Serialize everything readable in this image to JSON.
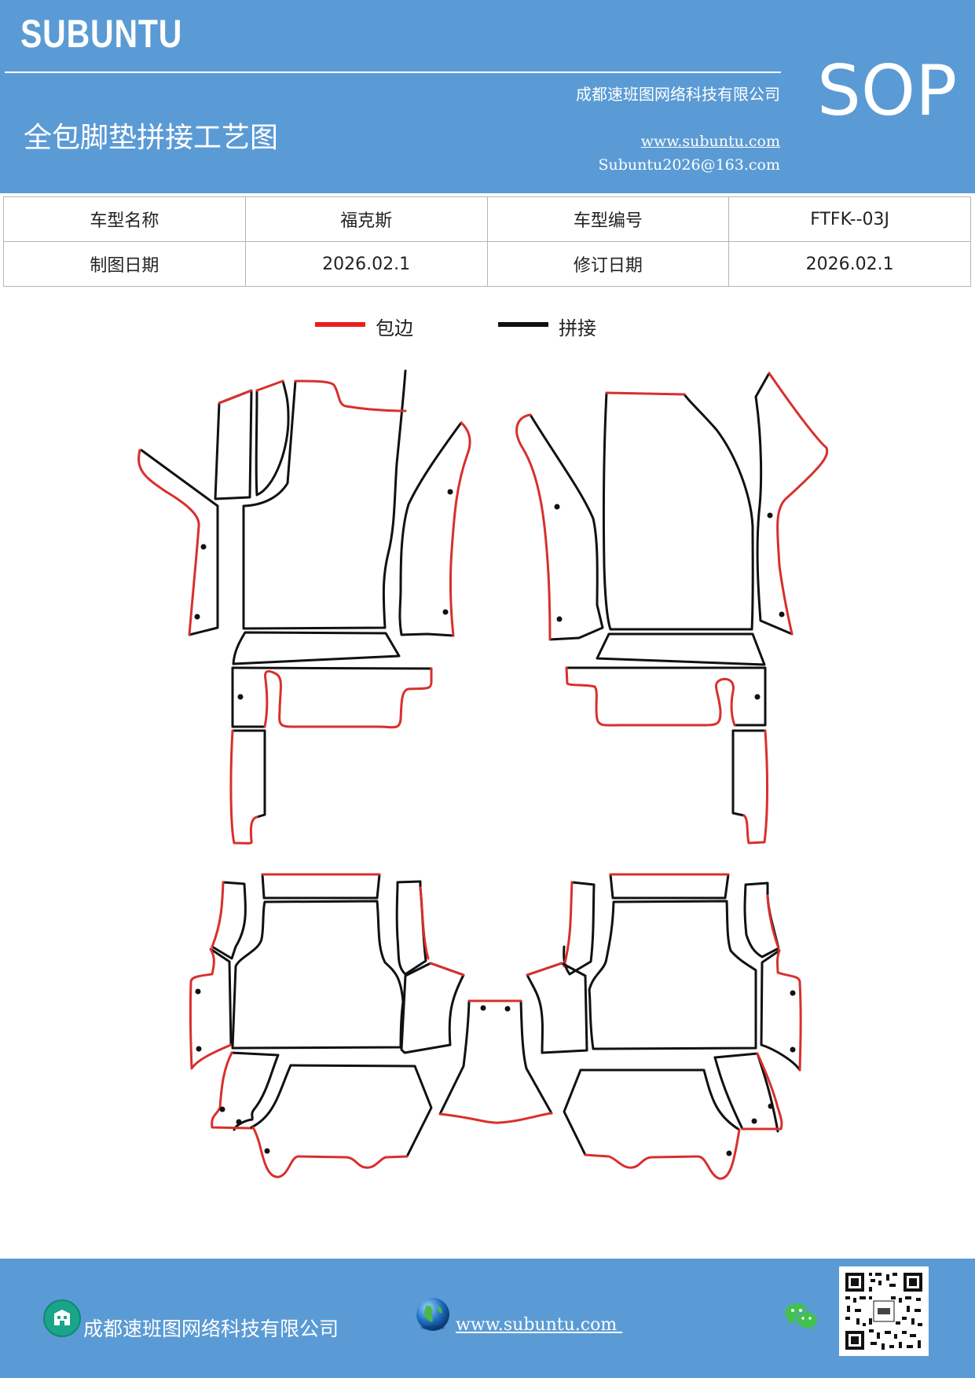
{
  "header": {
    "brand": "SUBUNTU",
    "company": "成都速班图网络科技有限公司",
    "title": "全包脚垫拼接工艺图",
    "website": "www.subuntu.com",
    "email": "Subuntu2026@163.com",
    "badge": "SOP",
    "bg_color": "#5b9bd5"
  },
  "info_table": {
    "rows": [
      [
        {
          "label": "车型名称",
          "value": "福克斯"
        },
        {
          "label": "车型编号",
          "value": "FTFK--03J"
        }
      ],
      [
        {
          "label": "制图日期",
          "value": "2026.02.1"
        },
        {
          "label": "修订日期",
          "value": "2026.02.1"
        }
      ]
    ]
  },
  "legend": [
    {
      "label": "包边",
      "color": "#e8201e"
    },
    {
      "label": "拼接",
      "color": "#111111"
    }
  ],
  "footer": {
    "company": "成都速班图网络科技有限公司",
    "website": "www.subuntu.com ",
    "icons": [
      "building-icon",
      "globe-icon",
      "wechat-icon",
      "qr-code"
    ]
  }
}
